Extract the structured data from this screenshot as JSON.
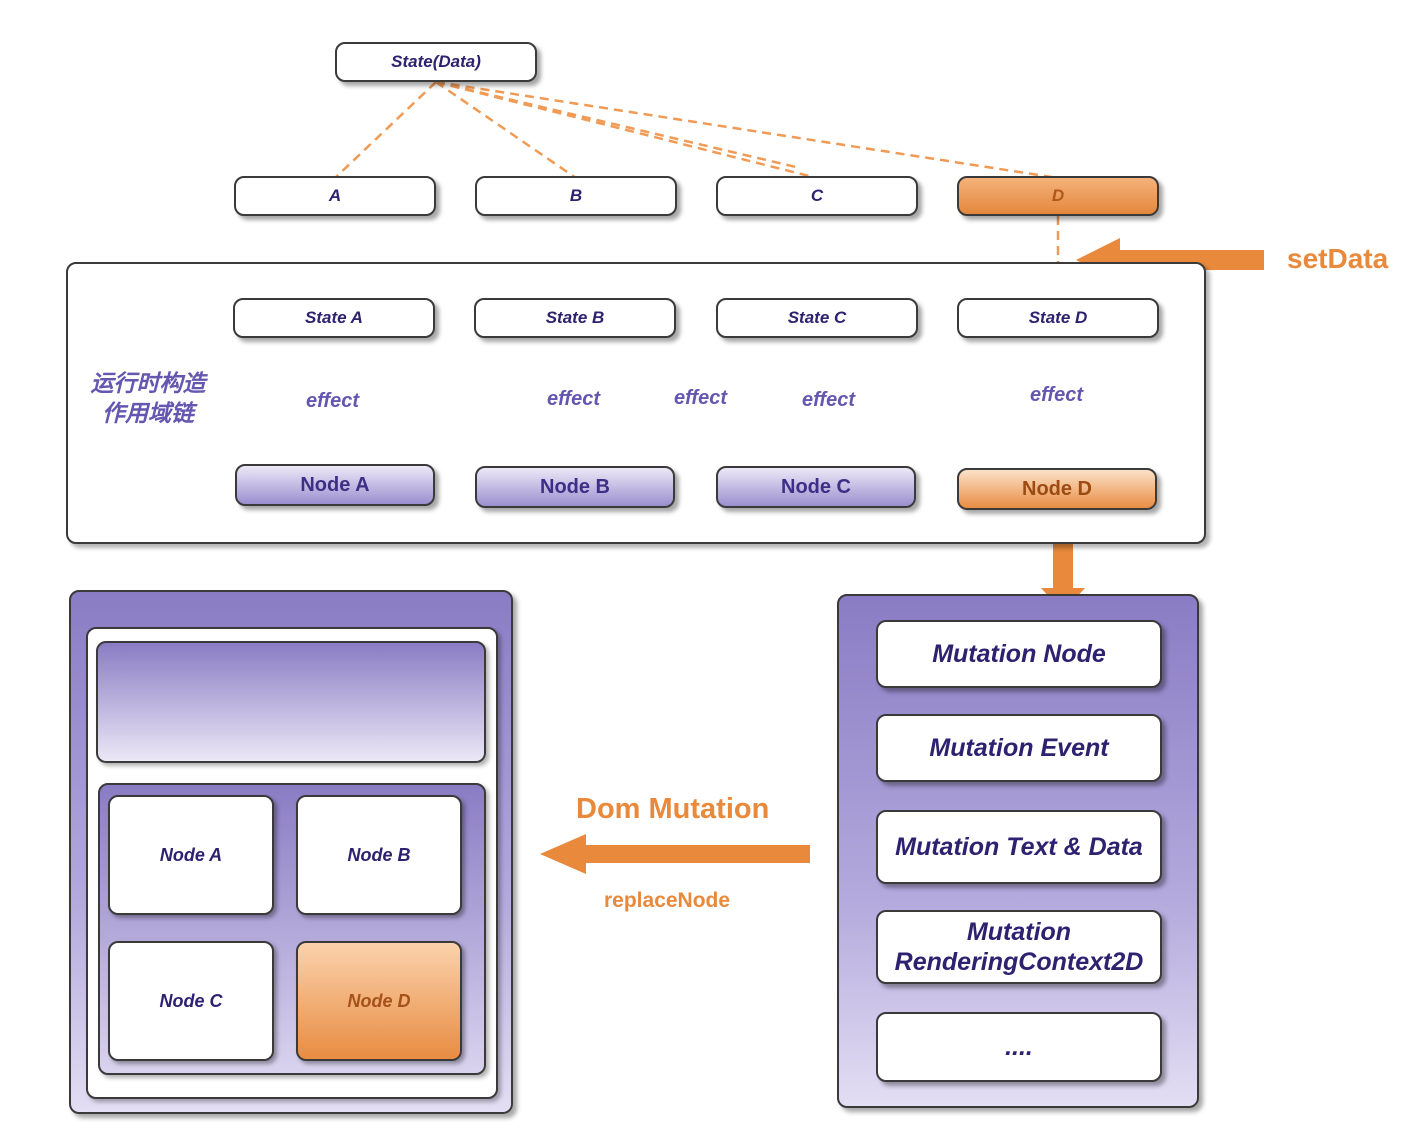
{
  "state_root": {
    "label": "State(Data)"
  },
  "data_keys": [
    {
      "label": "A"
    },
    {
      "label": "B"
    },
    {
      "label": "C"
    },
    {
      "label": "D"
    }
  ],
  "set_data_label": "setData",
  "runtime": {
    "label_line1": "运行时构造",
    "label_line2": "作用域链",
    "states": [
      {
        "label": "State A"
      },
      {
        "label": "State B"
      },
      {
        "label": "State C"
      },
      {
        "label": "State D"
      }
    ],
    "effect_label": "effect",
    "nodes": [
      {
        "label": "Node A"
      },
      {
        "label": "Node B"
      },
      {
        "label": "Node C"
      },
      {
        "label": "Node D"
      }
    ]
  },
  "mutations": [
    {
      "line1": "Mutation Node",
      "line2": ""
    },
    {
      "line1": "Mutation Event",
      "line2": ""
    },
    {
      "line1": "Mutation Text & Data",
      "line2": ""
    },
    {
      "line1": "Mutation",
      "line2": "RenderingContext2D"
    },
    {
      "line1": "....",
      "line2": ""
    }
  ],
  "dom_mutation_label": "Dom Mutation",
  "replace_node_label": "replaceNode",
  "dom_view": {
    "cells": [
      {
        "label": "Node A"
      },
      {
        "label": "Node B"
      },
      {
        "label": "Node C"
      },
      {
        "label": "Node D"
      }
    ]
  },
  "colors": {
    "accent_orange": "#e8893b",
    "purple": "#8a7cc4",
    "text_dark_purple": "#2e2170"
  }
}
